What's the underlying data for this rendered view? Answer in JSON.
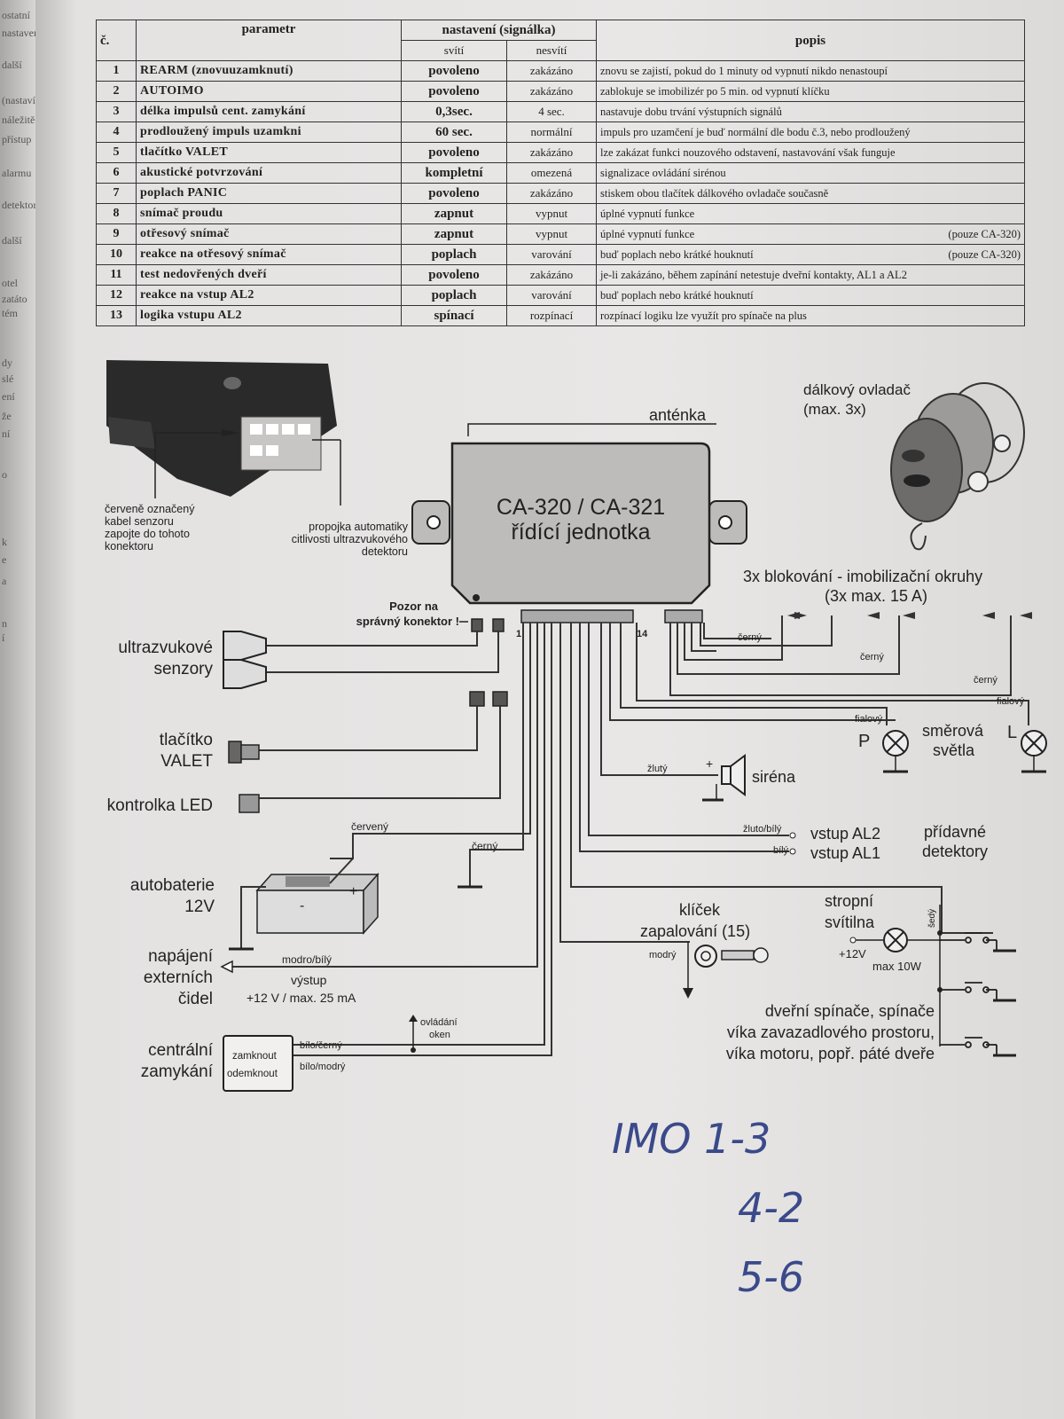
{
  "left_margin_fragments": [
    "ostatní",
    "nastavení",
    "další",
    "(nastaví",
    "náležitě",
    "přístup",
    "alarmu",
    "detektoru",
    "další",
    "otel",
    "zatáto",
    "tém",
    "dy",
    "slé",
    "ení",
    "že",
    "ní",
    "o",
    "k",
    "e",
    "a",
    "n",
    "í"
  ],
  "table": {
    "headers": {
      "num": "č.",
      "param": "parametr",
      "setting": "nastavení (signálka)",
      "on": "svítí",
      "off": "nesvítí",
      "desc": "popis"
    },
    "rows": [
      {
        "num": "1",
        "param": "REARM (znovuuzamknutí)",
        "on": "povoleno",
        "off": "zakázáno",
        "desc": "znovu se zajistí, pokud do 1 minuty  od vypnutí nikdo nenastoupí",
        "note": ""
      },
      {
        "num": "2",
        "param": "AUTOIMO",
        "on": "povoleno",
        "off": "zakázáno",
        "desc": "zablokuje se imobilizér po 5 min. od vypnutí klíčku",
        "note": ""
      },
      {
        "num": "3",
        "param": "délka impulsů cent. zamykání",
        "on": "0,3sec.",
        "off": "4 sec.",
        "desc": "nastavuje dobu trvání výstupních signálů",
        "note": ""
      },
      {
        "num": "4",
        "param": "prodloužený impuls uzamkni",
        "on": "60 sec.",
        "off": "normální",
        "desc": "impuls pro uzamčení je buď normální dle bodu č.3, nebo prodloužený",
        "note": ""
      },
      {
        "num": "5",
        "param": "tlačítko VALET",
        "on": "povoleno",
        "off": "zakázáno",
        "desc": "lze zakázat funkci nouzového odstavení, nastavování však funguje",
        "note": ""
      },
      {
        "num": "6",
        "param": "akustické potvrzování",
        "on": "kompletní",
        "off": "omezená",
        "desc": "signalizace ovládání sirénou",
        "note": ""
      },
      {
        "num": "7",
        "param": "poplach PANIC",
        "on": "povoleno",
        "off": "zakázáno",
        "desc": "stiskem obou tlačítek dálkového ovladače současně",
        "note": ""
      },
      {
        "num": "8",
        "param": "snímač proudu",
        "on": "zapnut",
        "off": "vypnut",
        "desc": "úplné vypnutí funkce",
        "note": ""
      },
      {
        "num": "9",
        "param": "otřesový snímač",
        "on": "zapnut",
        "off": "vypnut",
        "desc": "úplné vypnutí funkce",
        "note": "(pouze CA-320)"
      },
      {
        "num": "10",
        "param": "reakce na otřesový snímač",
        "on": "poplach",
        "off": "varování",
        "desc": "buď poplach nebo krátké houknutí",
        "note": "(pouze CA-320)"
      },
      {
        "num": "11",
        "param": "test nedovřených dveří",
        "on": "povoleno",
        "off": "zakázáno",
        "desc": "je-li zakázáno, během zapínání netestuje dveřní kontakty, AL1 a AL2",
        "note": ""
      },
      {
        "num": "12",
        "param": "reakce na vstup AL2",
        "on": "poplach",
        "off": "varování",
        "desc": "buď poplach nebo krátké houknutí",
        "note": ""
      },
      {
        "num": "13",
        "param": "logika vstupu AL2",
        "on": "spínací",
        "off": "rozpínací",
        "desc": "rozpínací logiku lze využít pro spínače na plus",
        "note": ""
      }
    ]
  },
  "diagram": {
    "unit_title": "CA-320 / CA-321",
    "unit_subtitle": "řídící jednotka",
    "antenna": "anténka",
    "remote": "dálkový ovladač",
    "remote_max": "(max. 3x)",
    "sensor_note": [
      "červeně označený",
      "kabel senzoru",
      "zapojte do tohoto",
      "konektoru"
    ],
    "jumper_note": [
      "propojka automatiky",
      "citlivosti ultrazvukového",
      "detektoru"
    ],
    "warning": [
      "Pozor na",
      "správný konektor !"
    ],
    "pin_first": "1",
    "pin_last": "14",
    "immob_title": "3x blokování - imobilizační okruhy",
    "immob_max": "(3x max. 15 A)",
    "ultrasonic": [
      "ultrazvukové",
      "senzory"
    ],
    "valet": [
      "tlačítko",
      "VALET"
    ],
    "led": "kontrolka LED",
    "battery": [
      "autobaterie",
      "12V"
    ],
    "battery_minus": "-",
    "battery_plus": "+",
    "wire_red": "červený",
    "wire_black": "černý",
    "wire_black_out": [
      "černý",
      "černý",
      "černý"
    ],
    "wire_violet": "fialový",
    "turn_lights": [
      "směrová",
      "světla"
    ],
    "turn_left": "P",
    "turn_right": "L",
    "wire_yellow": "žlutý",
    "siren_plus": "+",
    "siren": "siréna",
    "wire_yellow_white": "žluto/bílý",
    "wire_white": "bílý",
    "input_al2": "vstup AL2",
    "input_al1": "vstup AL1",
    "extra_detectors": [
      "přídavné",
      "detektory"
    ],
    "ignition": [
      "klíček",
      "zapalování (15)"
    ],
    "wire_blue": "modrý",
    "ceiling_light": [
      "stropní",
      "svítilna"
    ],
    "wire_grey": "šedý",
    "ceiling_plus": "+12V",
    "ceiling_max": "max 10W",
    "ext_power": [
      "napájení",
      "externích",
      "čidel"
    ],
    "wire_blue_white": "modro/bílý",
    "output": [
      "výstup",
      "+12 V / max. 25 mA"
    ],
    "window_control": [
      "ovládání",
      "oken"
    ],
    "door_switches": [
      "dveřní spínače, spínače",
      "víka zavazadlového prostoru,",
      "víka motoru, popř. páté dveře"
    ],
    "central_lock": [
      "centrální",
      "zamykání"
    ],
    "lock": "zamknout",
    "unlock": "odemknout",
    "wire_white_black": "bílo/černý",
    "wire_white_blue": "bílo/modrý"
  },
  "handwritten": [
    "IMO  1-3",
    "4-2",
    "5-6"
  ]
}
